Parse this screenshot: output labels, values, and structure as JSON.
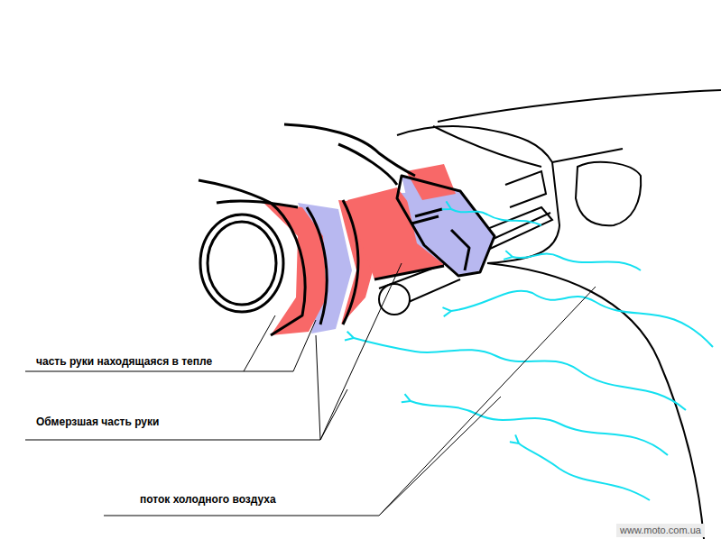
{
  "diagram": {
    "labels": [
      "часть руки находящаяся в тепле",
      "Обмерзшая часть руки",
      "поток холодного воздуха",
      "www.moto.com.ua"
    ]
  }
}
